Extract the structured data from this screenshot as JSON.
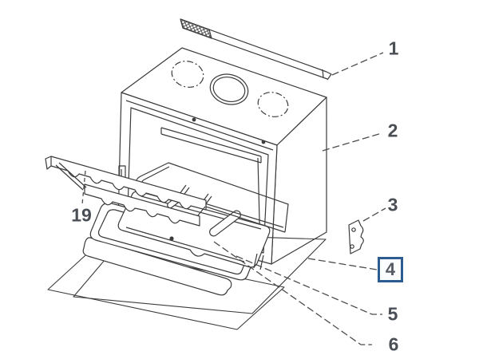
{
  "diagram": {
    "kind": "exploded-parts-line-drawing",
    "subject": "oven / cooktop assembly",
    "background_color": "#ffffff",
    "line_color": "#3b3b3b",
    "leader_color": "#4c4c4c",
    "label_color": "#4a4e55",
    "highlight_box_color": "#2d5c90",
    "highlighted_part": "4"
  },
  "part_labels": [
    {
      "id": "1",
      "text": "1",
      "highlighted": false
    },
    {
      "id": "2",
      "text": "2",
      "highlighted": false
    },
    {
      "id": "3",
      "text": "3",
      "highlighted": false
    },
    {
      "id": "4",
      "text": "4",
      "highlighted": true
    },
    {
      "id": "5",
      "text": "5",
      "highlighted": false
    },
    {
      "id": "6",
      "text": "6",
      "highlighted": false
    },
    {
      "id": "19",
      "text": "19",
      "highlighted": false
    }
  ]
}
